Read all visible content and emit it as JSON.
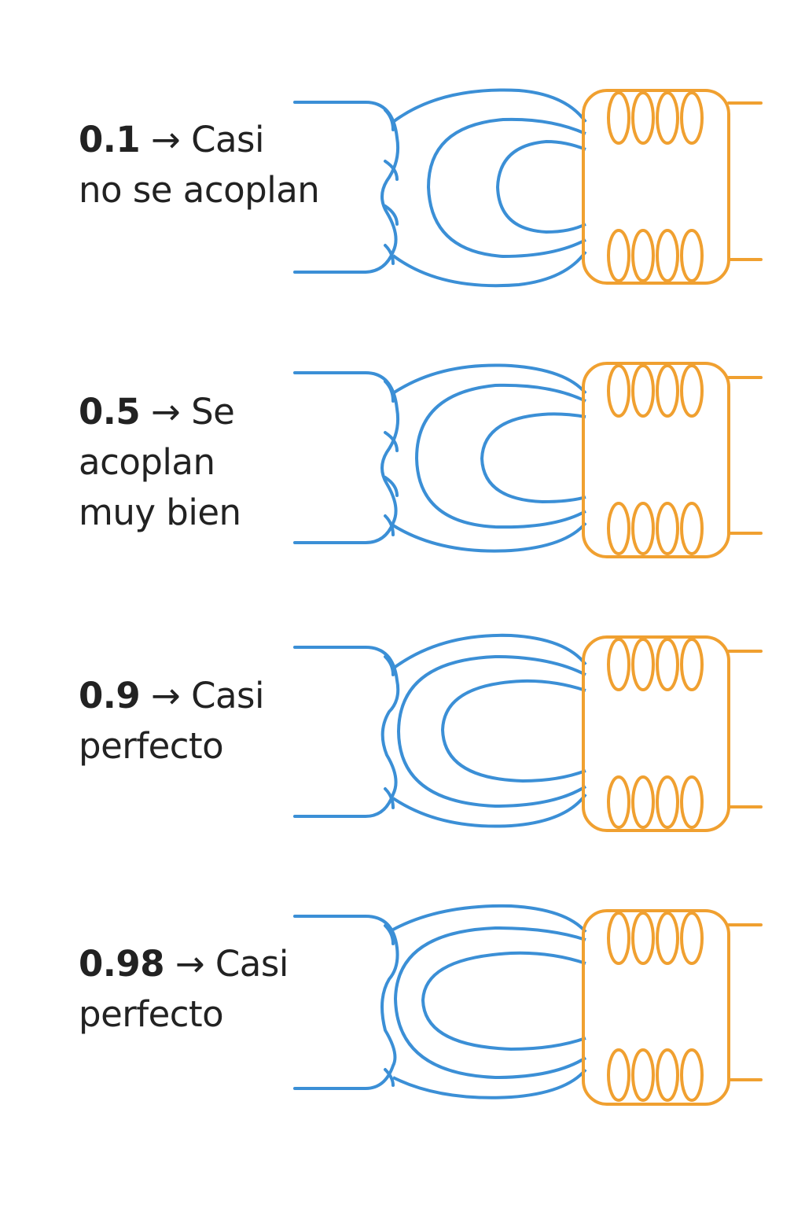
{
  "colors": {
    "primary": "#3b8fd6",
    "secondary": "#f0a030",
    "text": "#222222"
  },
  "panels": [
    {
      "k": "0.1",
      "arrow": "→",
      "line1": "Casi",
      "line2": "no se acoplan",
      "line3": ""
    },
    {
      "k": "0.5",
      "arrow": "→",
      "line1": "Se",
      "line2": "acoplan",
      "line3": "muy bien"
    },
    {
      "k": "0.9",
      "arrow": "→",
      "line1": "Casi",
      "line2": "perfecto",
      "line3": ""
    },
    {
      "k": "0.98",
      "arrow": "→",
      "line1": "Casi",
      "line2": "perfecto",
      "line3": ""
    }
  ]
}
